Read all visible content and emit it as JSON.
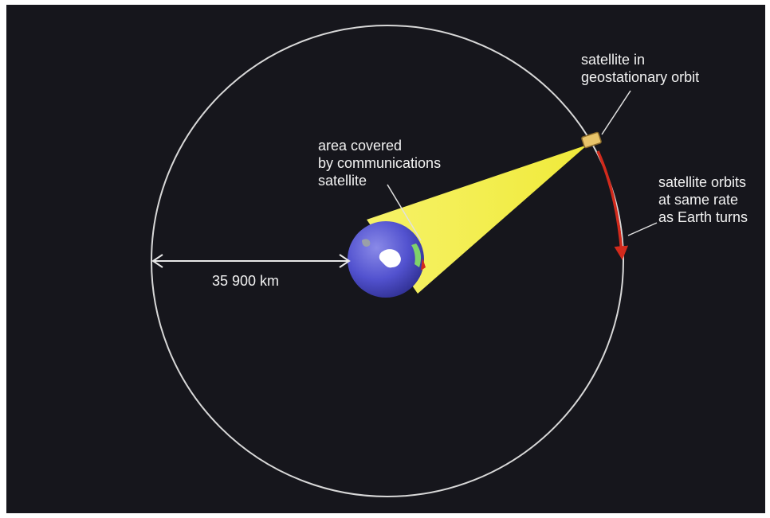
{
  "labels": {
    "satellite_geo": [
      "satellite in",
      "geostationary orbit"
    ],
    "coverage": [
      "area covered",
      "by communications",
      "satellite"
    ],
    "orbit_rate": [
      "satellite orbits",
      "at same rate",
      "as Earth turns"
    ],
    "distance": "35 900 km"
  },
  "colors": {
    "background": "#16161c",
    "orbit": "#d8d8d8",
    "beam": "#f4f04a",
    "earth": "#5757d8",
    "arrow": "#d22a1c",
    "satellite": "#e8c46a",
    "text": "#f2f2f2"
  }
}
